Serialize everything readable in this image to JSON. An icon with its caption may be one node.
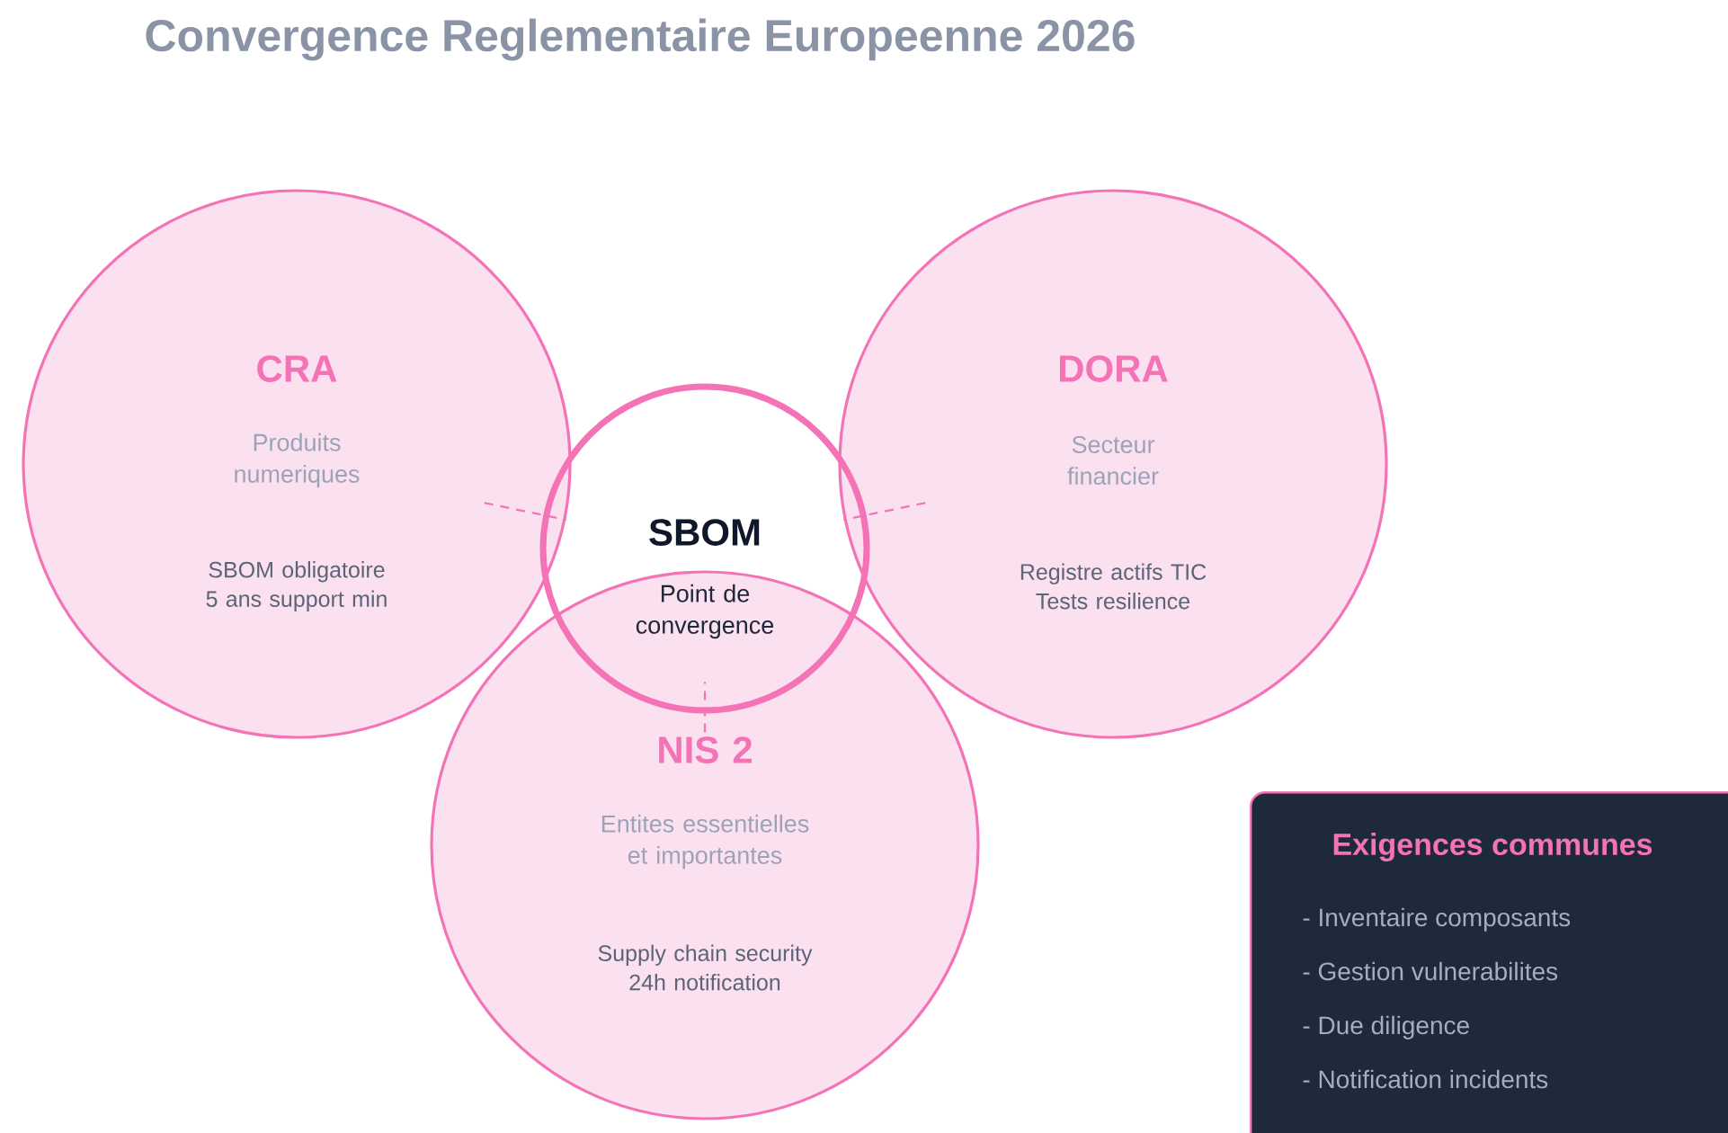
{
  "diagram": {
    "title": "Convergence Reglementaire Europeenne 2026",
    "nodes": [
      {
        "text": [
          "CRA",
          "Produits numeriques",
          "SBOM obligatoire 5 ans support min"
        ]
      },
      {
        "text": [
          "DORA",
          "Secteur financier",
          "Registre actifs TIC Tests resilience"
        ]
      },
      {
        "text": [
          "NIS 2",
          "Entites essentielles et importantes",
          "Supply chain security 24h notification"
        ]
      },
      {
        "text": [
          "SBOM",
          "Point de convergence"
        ]
      },
      {
        "text": [
          "Exigences communes",
          "- Inventaire composants",
          "- Gestion vulnerabilites",
          "- Due diligence",
          "- Notification incidents"
        ]
      }
    ],
    "edges": [
      {
        "from": 0,
        "to": 3,
        "arrow": "none",
        "style": "dashed"
      },
      {
        "from": 1,
        "to": 3,
        "arrow": "none",
        "style": "dashed"
      },
      {
        "from": 2,
        "to": 3,
        "arrow": "none",
        "style": "dashed"
      }
    ]
  }
}
